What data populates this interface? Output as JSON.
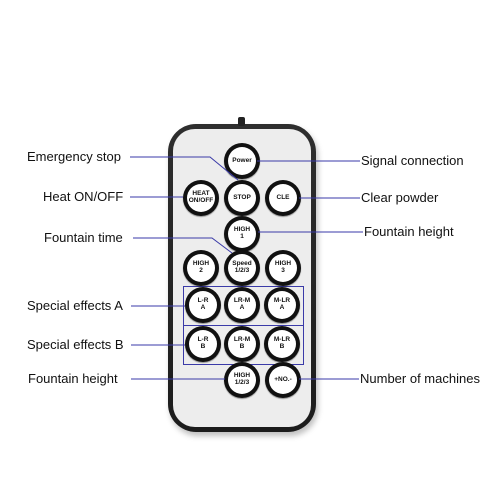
{
  "colors": {
    "remote_body": "#1c1c1c",
    "remote_face": "#ededed",
    "button_ring": "#111111",
    "button_cap": "#ffffff",
    "group_border": "#3a3aa8",
    "callout_line": "#3a3aa8"
  },
  "remote": {
    "buttons": {
      "power": "Power",
      "heat": "HEAT\nON/OFF",
      "stop": "STOP",
      "cle": "CLE",
      "high1": "HIGH\n1",
      "high2": "HIGH\n2",
      "speed": "Speed\n1/2/3",
      "high3": "HIGH\n3",
      "lr_a": "L-R\nA",
      "lrm_a": "LR-M\nA",
      "mlr_a": "M-LR\nA",
      "lr_b": "L-R\nB",
      "lrm_b": "LR-M\nB",
      "mlr_b": "M-LR\nB",
      "high123": "HIGH\n1/2/3",
      "no": "+NO.-"
    }
  },
  "labels": {
    "emergency_stop": "Emergency stop",
    "heat_on_off": "Heat ON/OFF",
    "fountain_time": "Fountain time",
    "special_effects_a": "Special effects A",
    "special_effects_b": "Special effects B",
    "fountain_height_left": "Fountain height",
    "signal_connection": "Signal connection",
    "clear_powder": "Clear powder",
    "fountain_height_right": "Fountain height",
    "number_of_machines": "Number of machines"
  }
}
